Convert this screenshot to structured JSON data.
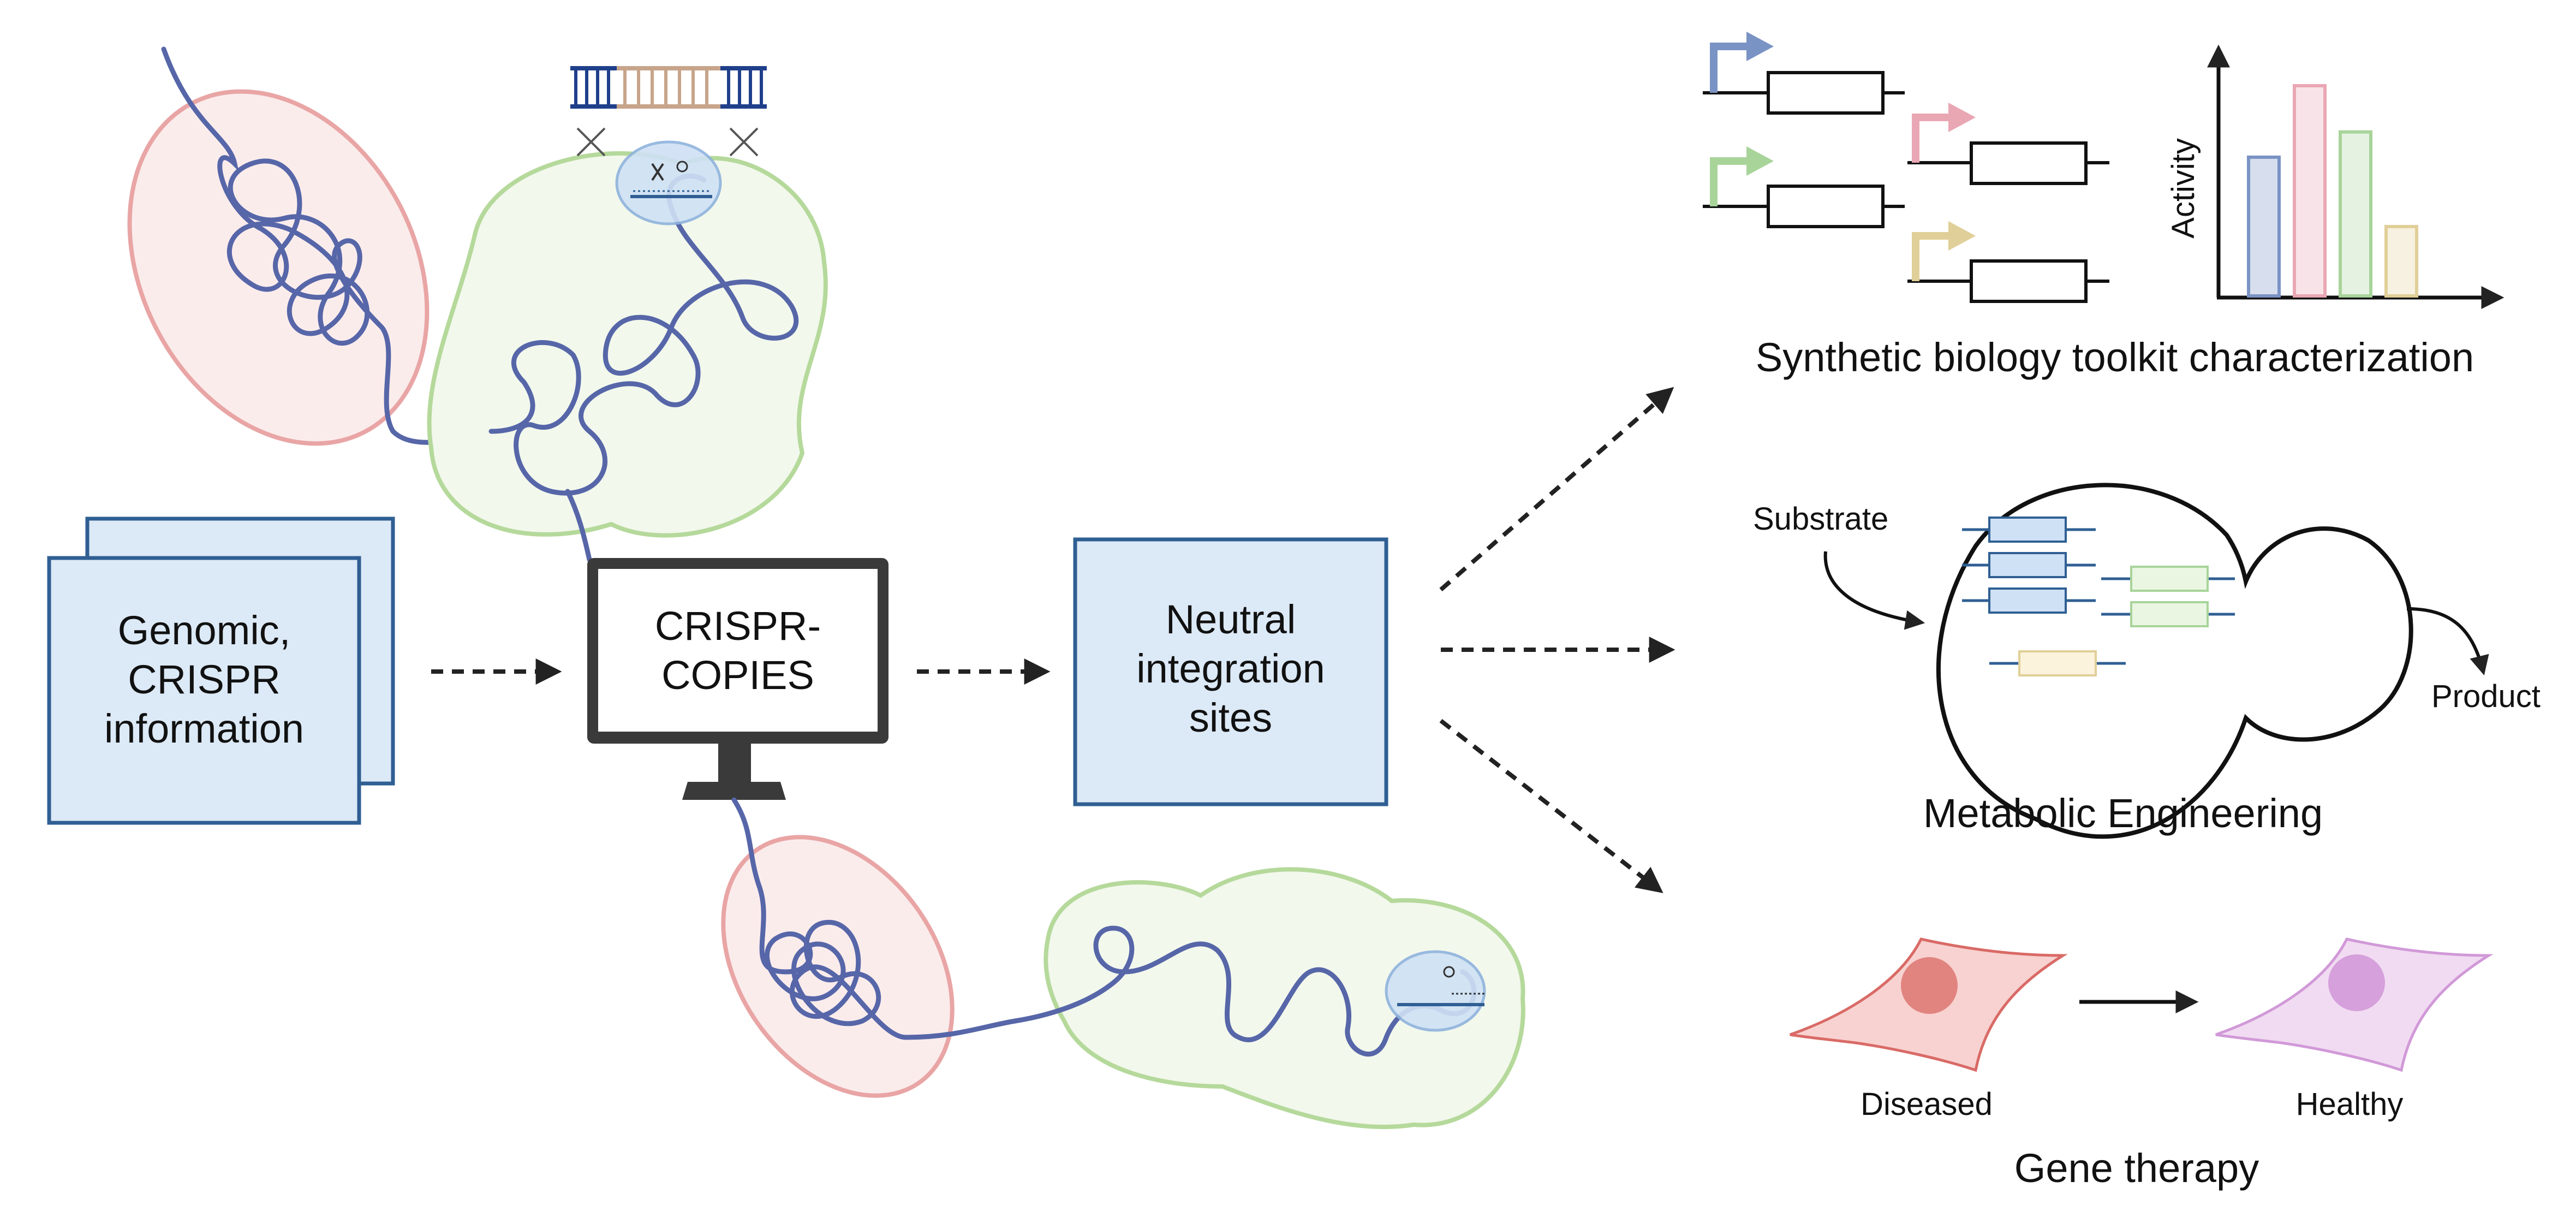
{
  "input_box": {
    "lines": [
      "Genomic,",
      "CRISPR",
      "information"
    ]
  },
  "monitor": {
    "lines": [
      "CRISPR-",
      "COPIES"
    ]
  },
  "output_box": {
    "lines": [
      "Neutral",
      "integration",
      "sites"
    ]
  },
  "applications": {
    "synbio": {
      "title": "Synthetic biology toolkit characterization",
      "chart_ylabel": "Activity"
    },
    "metabolic": {
      "title": "Metabolic Engineering",
      "substrate_label": "Substrate",
      "product_label": "Product"
    },
    "gene_therapy": {
      "title": "Gene therapy",
      "diseased_label": "Diseased",
      "healthy_label": "Healthy"
    }
  },
  "colors": {
    "box_fill": "#dce9f6",
    "box_stroke": "#2f5f93",
    "dna": "#5666a8",
    "cell_pink": "#fbecec",
    "cell_pink_stroke": "#e9a5a5",
    "cell_green": "#f2f8ec",
    "cell_green_stroke": "#b5d99b",
    "blue": "#7a93c5",
    "pink": "#e9a7b3",
    "green": "#a8d49a",
    "yellow": "#e0cf98",
    "diseased": "#d96a66",
    "healthy": "#d199d8"
  },
  "chart_data": {
    "type": "bar",
    "categories": [
      "",
      "",
      "",
      ""
    ],
    "values": [
      0.66,
      1.0,
      0.78,
      0.33
    ],
    "series_colors": [
      "#7a93c5",
      "#e9a7b3",
      "#a8d49a",
      "#e0cf98"
    ],
    "title": "",
    "xlabel": "",
    "ylabel": "Activity",
    "ylim": [
      0,
      1
    ]
  }
}
